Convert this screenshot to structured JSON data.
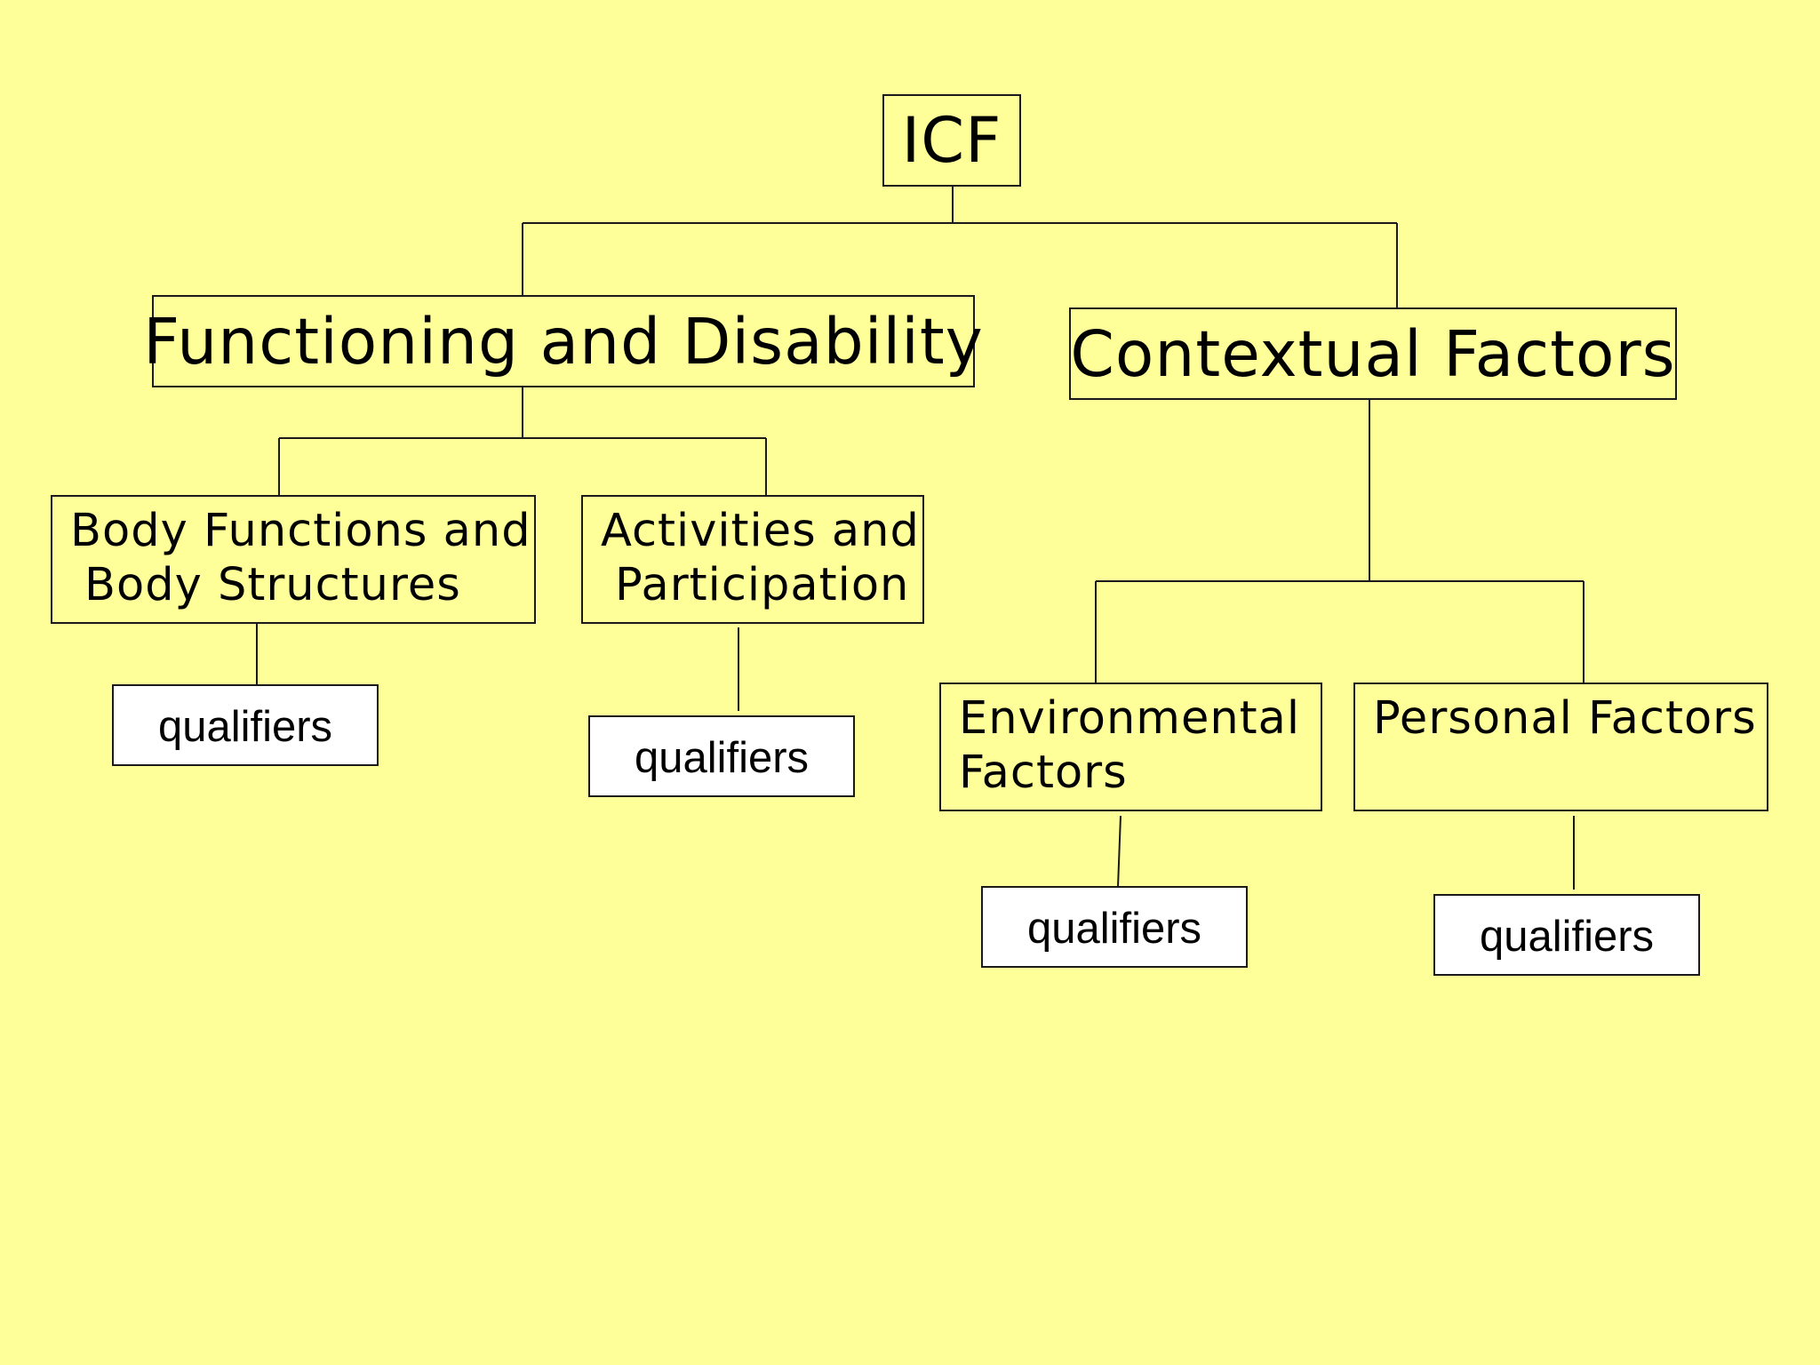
{
  "diagram": {
    "root": {
      "label": "ICF"
    },
    "functioning_and_disability": {
      "label": "Functioning and Disability"
    },
    "contextual_factors": {
      "label": "Contextual Factors"
    },
    "body_functions": {
      "line1": "Body Functions and",
      "line2": "Body Structures"
    },
    "activities": {
      "line1": "Activities and",
      "line2": "Participation"
    },
    "environmental": {
      "line1": "Environmental",
      "line2": "Factors"
    },
    "personal": {
      "label": "Personal Factors"
    },
    "qualifiers": [
      {
        "label": "qualifiers"
      },
      {
        "label": "qualifiers"
      },
      {
        "label": "qualifiers"
      },
      {
        "label": "qualifiers"
      }
    ]
  },
  "colors": {
    "background": "#ffff99",
    "box_border": "#1a1a1a",
    "qualifier_fill": "#ffffff"
  }
}
